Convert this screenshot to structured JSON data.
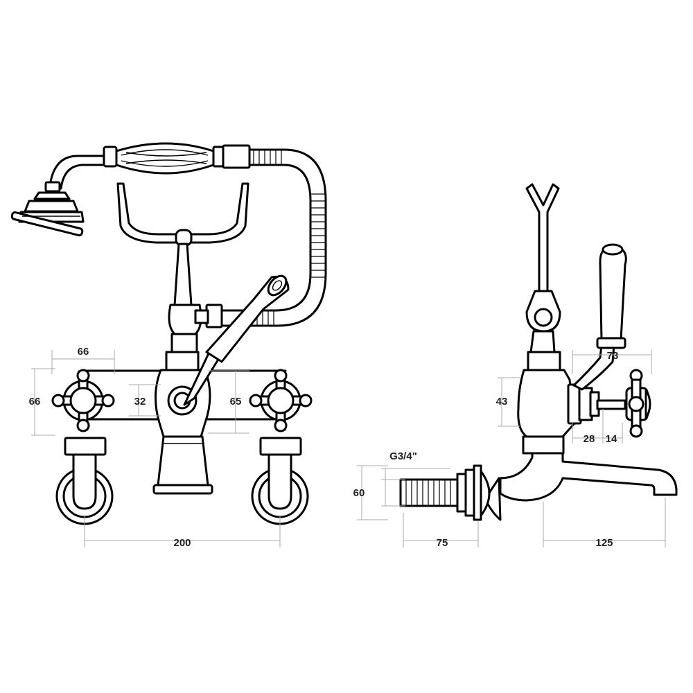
{
  "front_view": {
    "dim_width_top": "66",
    "dim_height_left": "66",
    "dim_body_height": "32",
    "dim_body_height_right": "65",
    "dim_total_width": "200"
  },
  "side_view": {
    "dim_lever_offset": "73",
    "dim_body_height": "43",
    "dim_handle_depth": "28",
    "dim_handle_knob": "14",
    "dim_thread": "G3/4\"",
    "dim_thread_height": "60",
    "dim_tail_length": "75",
    "dim_spout_reach": "125"
  }
}
